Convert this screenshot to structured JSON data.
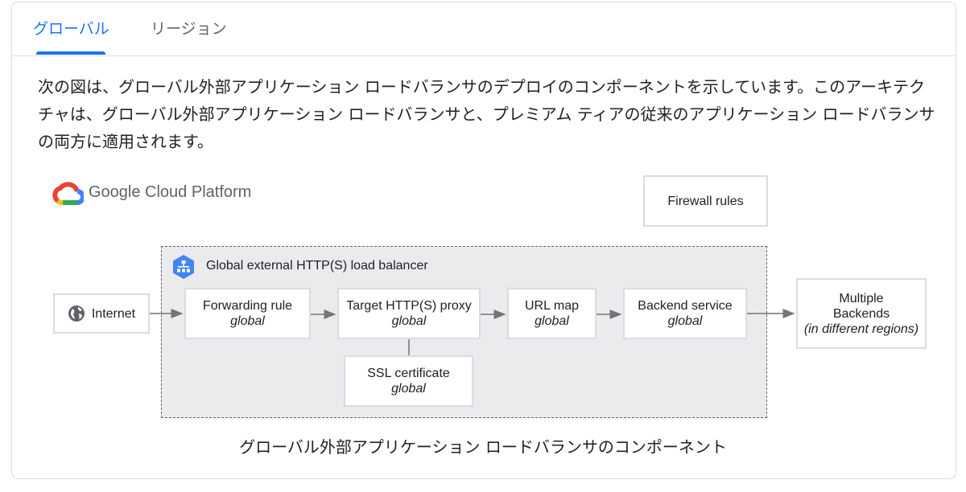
{
  "tabs": [
    {
      "label": "グローバル",
      "active": true
    },
    {
      "label": "リージョン",
      "active": false
    }
  ],
  "description": "次の図は、グローバル外部アプリケーション ロードバランサのデプロイのコンポーネントを示しています。このアーキテクチャは、グローバル外部アプリケーション ロードバランサと、プレミアム ティアの従来のアプリケーション ロードバランサの両方に適用されます。",
  "diagram": {
    "logo_text": "Google Cloud Platform",
    "firewall": "Firewall rules",
    "lb_title": "Global external HTTP(S) load balancer",
    "internet": "Internet",
    "forwarding_rule": {
      "title": "Forwarding rule",
      "sub": "global"
    },
    "target_proxy": {
      "title": "Target HTTP(S) proxy",
      "sub": "global"
    },
    "url_map": {
      "title": "URL map",
      "sub": "global"
    },
    "backend_service": {
      "title": "Backend service",
      "sub": "global"
    },
    "ssl_certificate": {
      "title": "SSL certificate",
      "sub": "global"
    },
    "backends": {
      "line1": "Multiple",
      "line2": "Backends",
      "sub": "(in different regions)"
    }
  },
  "caption": "グローバル外部アプリケーション ロードバランサのコンポーネント",
  "colors": {
    "accent": "#1a73e8",
    "lb_background": "#ebebee",
    "lb_icon": "#4285f4"
  }
}
